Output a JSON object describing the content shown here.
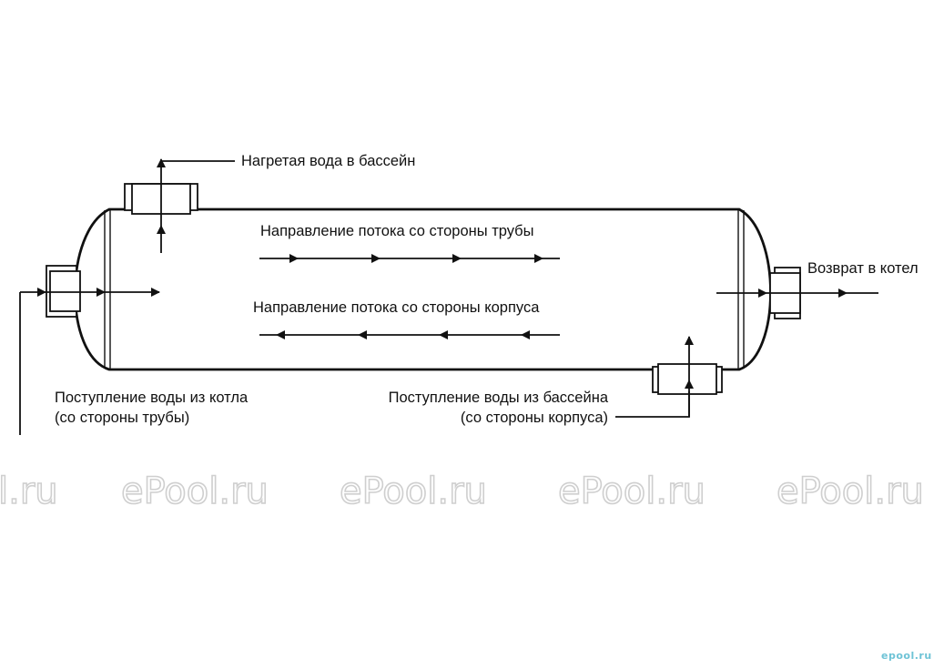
{
  "labels": {
    "hot_water_to_pool": "Нагретая вода в бассейн",
    "tube_side_flow": "Направление потока со стороны трубы",
    "shell_side_flow": "Направление потока со стороны корпуса",
    "return_to_boiler": "Возврат в котел",
    "boiler_inlet_line1": "Поступление воды из котла",
    "boiler_inlet_line2": "(со стороны трубы)",
    "pool_inlet_line1": "Поступление воды из бассейна",
    "pool_inlet_line2": "(со стороны корпуса)"
  },
  "watermark": {
    "text": "ePool.ru",
    "partial_text": "l.ru"
  },
  "logo": {
    "text": "epool.ru"
  },
  "colors": {
    "line": "#111111",
    "watermark": "#cfcfcf",
    "logo": "#6ec3d6"
  }
}
